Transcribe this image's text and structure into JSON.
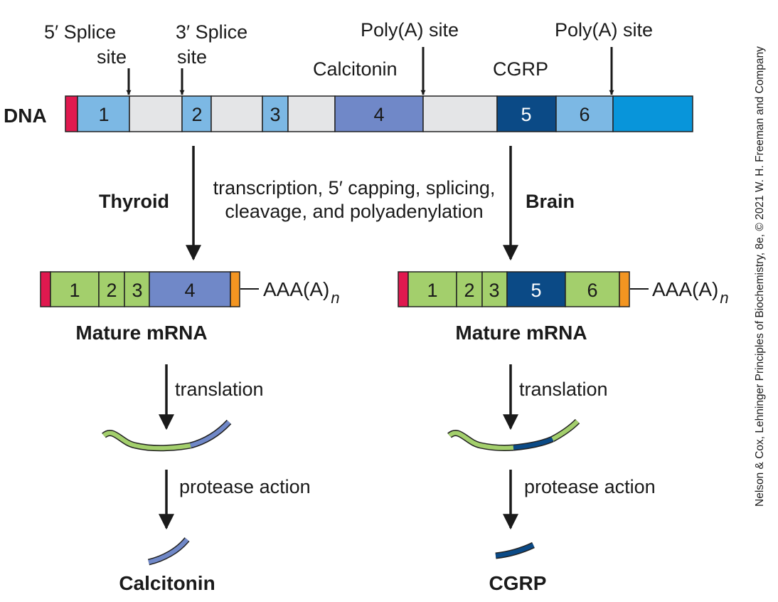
{
  "labels": {
    "splice5": [
      "5′ Splice",
      "site"
    ],
    "splice3": [
      "3′ Splice",
      "site"
    ],
    "polya1": "Poly(A) site",
    "polya2": "Poly(A) site",
    "calcitonin_top": "Calcitonin",
    "cgrp_top": "CGRP",
    "dna": "DNA",
    "thyroid": "Thyroid",
    "brain": "Brain",
    "process": [
      "transcription, 5′ capping, splicing,",
      "cleavage, and polyadenylation"
    ],
    "mature_left": "Mature mRNA",
    "mature_right": "Mature mRNA",
    "translation_left": "translation",
    "translation_right": "translation",
    "protease_left": "protease action",
    "protease_right": "protease action",
    "product_left": "Calcitonin",
    "product_right": "CGRP",
    "polya_tail": "AAA(A)",
    "polya_tail_sub": "n"
  },
  "exons": {
    "dna": [
      "1",
      "2",
      "3",
      "4",
      "5",
      "6"
    ],
    "mrna_left": [
      "1",
      "2",
      "3",
      "4"
    ],
    "mrna_right": [
      "1",
      "2",
      "3",
      "5",
      "6"
    ]
  },
  "colors": {
    "cap": "#e0194f",
    "exon_light": "#7cb8e4",
    "intron": "#e4e5e7",
    "exon4": "#7088c8",
    "exon5": "#0b4a86",
    "exon_end": "#0895da",
    "mrna_green": "#a3cf6c",
    "polya_orange": "#f39521"
  },
  "credit": "Nelson & Cox, Lehninger Principles of Biochemistry, 8e, © 2021 W. H. Freeman and Company"
}
